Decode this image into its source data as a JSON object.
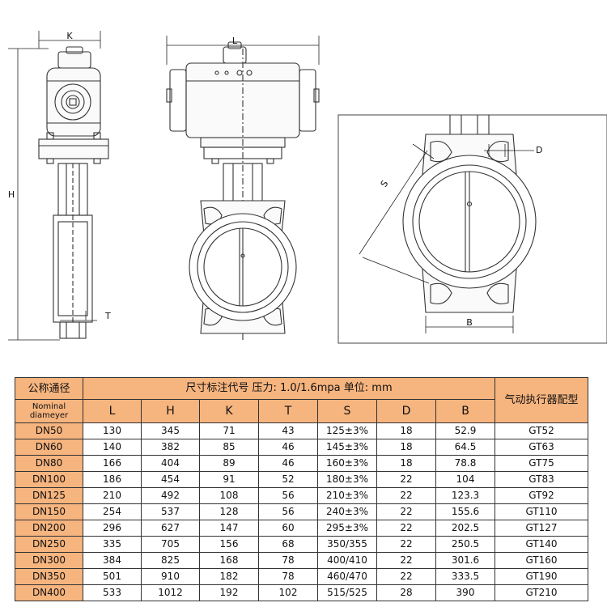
{
  "drawing": {
    "dim_labels": {
      "K": "K",
      "L": "L",
      "H": "H",
      "T": "T",
      "S": "S",
      "D": "D",
      "B": "B"
    }
  },
  "table": {
    "header": {
      "nominal_cn": "公称通径",
      "nominal_en": "Nominal diameyer",
      "title": "尺寸标注代号  压力: 1.0/1.6mpa  单位: mm",
      "actuator": "气动执行器配型",
      "columns": [
        "L",
        "H",
        "K",
        "T",
        "S",
        "D",
        "B"
      ]
    },
    "rows": [
      {
        "dn": "DN50",
        "L": "130",
        "H": "345",
        "K": "71",
        "T": "43",
        "S": "125±3%",
        "D": "18",
        "B": "52.9",
        "act": "GT52"
      },
      {
        "dn": "DN60",
        "L": "140",
        "H": "382",
        "K": "85",
        "T": "46",
        "S": "145±3%",
        "D": "18",
        "B": "64.5",
        "act": "GT63"
      },
      {
        "dn": "DN80",
        "L": "166",
        "H": "404",
        "K": "89",
        "T": "46",
        "S": "160±3%",
        "D": "18",
        "B": "78.8",
        "act": "GT75"
      },
      {
        "dn": "DN100",
        "L": "186",
        "H": "454",
        "K": "91",
        "T": "52",
        "S": "180±3%",
        "D": "22",
        "B": "104",
        "act": "GT83"
      },
      {
        "dn": "DN125",
        "L": "210",
        "H": "492",
        "K": "108",
        "T": "56",
        "S": "210±3%",
        "D": "22",
        "B": "123.3",
        "act": "GT92"
      },
      {
        "dn": "DN150",
        "L": "254",
        "H": "537",
        "K": "128",
        "T": "56",
        "S": "240±3%",
        "D": "22",
        "B": "155.6",
        "act": "GT110"
      },
      {
        "dn": "DN200",
        "L": "296",
        "H": "627",
        "K": "147",
        "T": "60",
        "S": "295±3%",
        "D": "22",
        "B": "202.5",
        "act": "GT127"
      },
      {
        "dn": "DN250",
        "L": "335",
        "H": "705",
        "K": "156",
        "T": "68",
        "S": "350/355",
        "D": "22",
        "B": "250.5",
        "act": "GT140"
      },
      {
        "dn": "DN300",
        "L": "384",
        "H": "825",
        "K": "168",
        "T": "78",
        "S": "400/410",
        "D": "22",
        "B": "301.6",
        "act": "GT160"
      },
      {
        "dn": "DN350",
        "L": "501",
        "H": "910",
        "K": "182",
        "T": "78",
        "S": "460/470",
        "D": "22",
        "B": "333.5",
        "act": "GT190"
      },
      {
        "dn": "DN400",
        "L": "533",
        "H": "1012",
        "K": "192",
        "T": "102",
        "S": "515/525",
        "D": "28",
        "B": "390",
        "act": "GT210"
      }
    ]
  }
}
